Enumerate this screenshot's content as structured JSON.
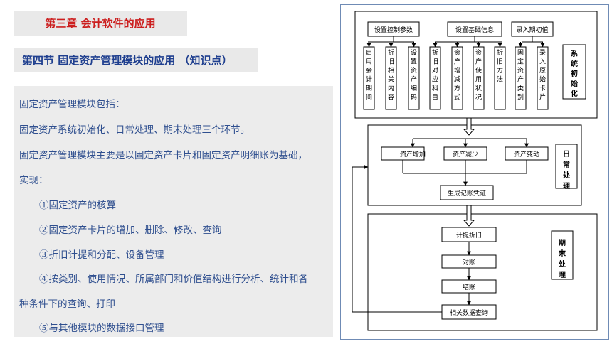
{
  "left": {
    "chapter_title": "第三章   会计软件的应用",
    "section_title": "第四节 固定资产管理模块的应用   （知识点）",
    "lines": [
      "固定资产管理模块包括：",
      "固定资产系统初始化、日常处理、期末处理三个环节。",
      "固定资产管理模块主要是以固定资产卡片和固定资产明细账为基础，",
      "实现：",
      "①固定资产的核算",
      "②固定资产卡片的增加、删除、修改、查询",
      "③折旧计提和分配、设备管理",
      "④按类别、使用情况、所属部门和价值结构进行分析、统计和各",
      "种条件下的查询、打印",
      "⑤与其他模块的数据接口管理"
    ]
  },
  "diagram": {
    "init": {
      "top_boxes": [
        "设置控制参数",
        "设置基础信息",
        "录入期初值"
      ],
      "sub_boxes": [
        "启用会计期间",
        "折旧相关内容",
        "设置资产编码",
        "折旧对应科目",
        "资产增减方式",
        "资产使用状况",
        "折旧方法",
        "固定资产类别",
        "录入原始卡片"
      ],
      "label": "系统初始化"
    },
    "daily": {
      "boxes": [
        "资产增加",
        "资产减少",
        "资产变动"
      ],
      "voucher": "生成记账凭证",
      "label": "日常处理"
    },
    "period_end": {
      "steps": [
        "计提折旧",
        "对账",
        "结账",
        "相关数据查询"
      ],
      "label": "期末处理"
    }
  }
}
